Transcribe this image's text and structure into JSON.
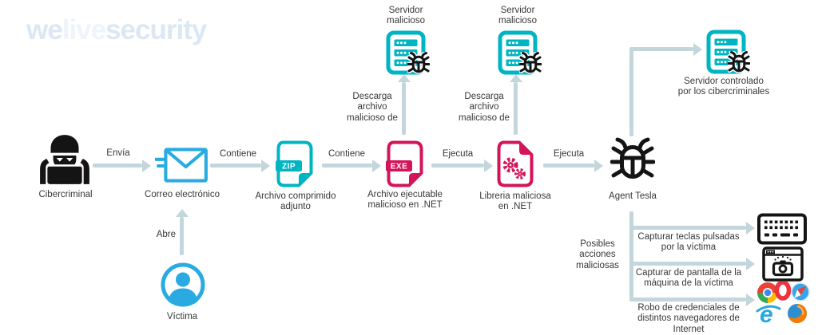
{
  "brand": {
    "we": "we",
    "live": "live",
    "security": "security"
  },
  "colors": {
    "teal": "#00b5c2",
    "cyan": "#29abe2",
    "crimson": "#d4145a",
    "arrow": "#c3d6dc",
    "ink": "#141414",
    "text": "#383838",
    "logo_dark": "#dbe8f4",
    "logo_light": "#edf4fb"
  },
  "nodes": {
    "cibercriminal": {
      "label": "Cibercriminal",
      "icon": "hacker-icon"
    },
    "correo": {
      "label": "Correo electrónico",
      "icon": "email-icon"
    },
    "zip": {
      "label": "Archivo comprimido\nadjunto",
      "badge": "ZIP",
      "icon": "zip-file-icon"
    },
    "exe": {
      "label": "Archivo ejecutable\nmalicioso en .NET",
      "badge": "EXE",
      "icon": "exe-file-icon"
    },
    "libreria": {
      "label": "Libreria maliciosa\nen .NET",
      "icon": "library-file-icon"
    },
    "agent_tesla": {
      "label": "Agent Tesla",
      "icon": "bug-icon"
    },
    "victima": {
      "label": "Víctima",
      "icon": "victim-icon"
    },
    "servidor_malicioso_1": {
      "label": "Servidor\nmalicioso",
      "icon": "server-icon"
    },
    "servidor_malicioso_2": {
      "label": "Servidor\nmalicioso",
      "icon": "server-icon"
    },
    "servidor_controlado": {
      "label": "Servidor controlado\npor los cibercriminales",
      "icon": "server-icon"
    }
  },
  "edges": {
    "envia": "Envía",
    "contiene_1": "Contiene",
    "contiene_2": "Contiene",
    "ejecuta_1": "Ejecuta",
    "ejecuta_2": "Ejecuta",
    "abre": "Abre",
    "descarga_1": "Descarga\narchivo\nmalicioso de",
    "descarga_2": "Descarga\narchivo\nmalicioso de"
  },
  "actions": {
    "title": "Posibles\nacciones\nmaliciosas",
    "items": [
      {
        "label": "Capturar teclas pulsadas\npor la víctima",
        "icon": "keyboard-icon"
      },
      {
        "label": "Capturar de pantalla de la\nmáquina de la víctima",
        "icon": "screenshot-icon"
      },
      {
        "label": "Robo de credenciales de\ndistintos navegadores de\nInternet",
        "icon": "browsers-icon"
      }
    ]
  }
}
